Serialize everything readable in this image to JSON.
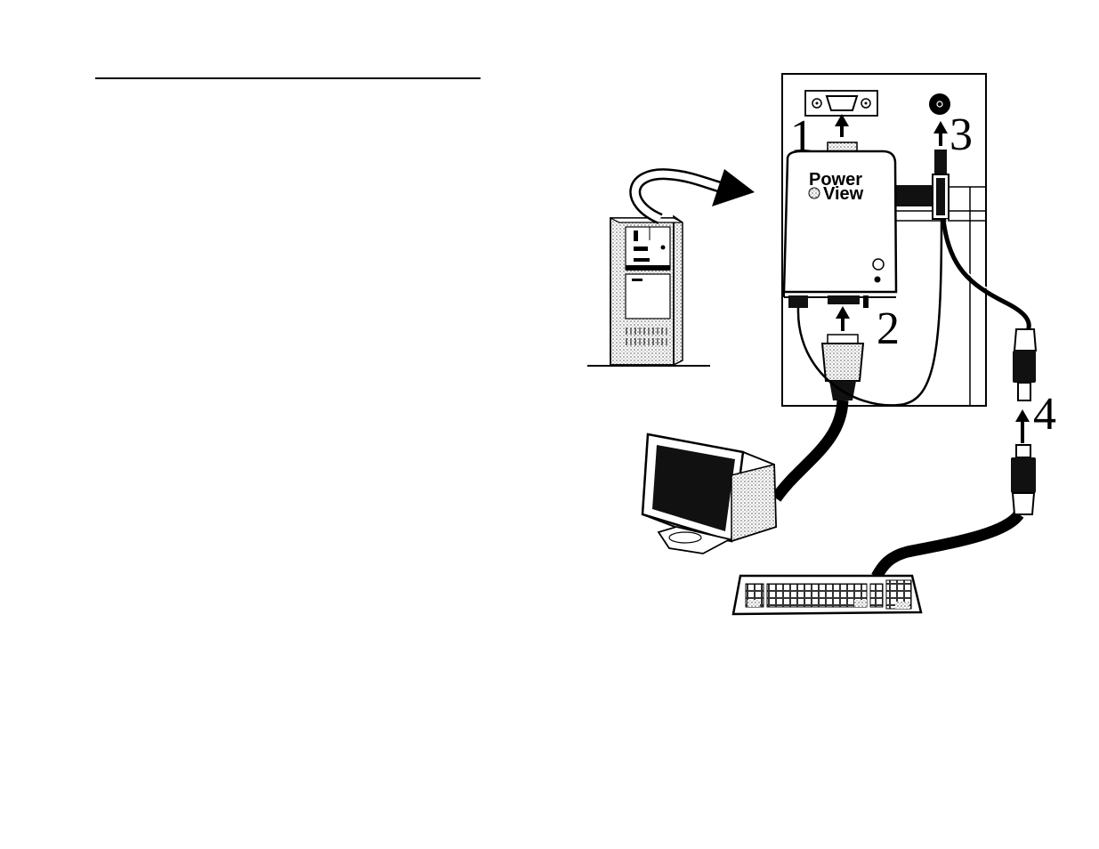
{
  "steps": {
    "step1": "1",
    "step2": "2",
    "step3": "3",
    "step4": "4"
  },
  "device": {
    "logo_line1": "Power",
    "logo_line2": "View"
  },
  "colors": {
    "ink": "#000000",
    "paper": "#ffffff",
    "screen": "#111111",
    "stipple": "#9a9a9a"
  }
}
